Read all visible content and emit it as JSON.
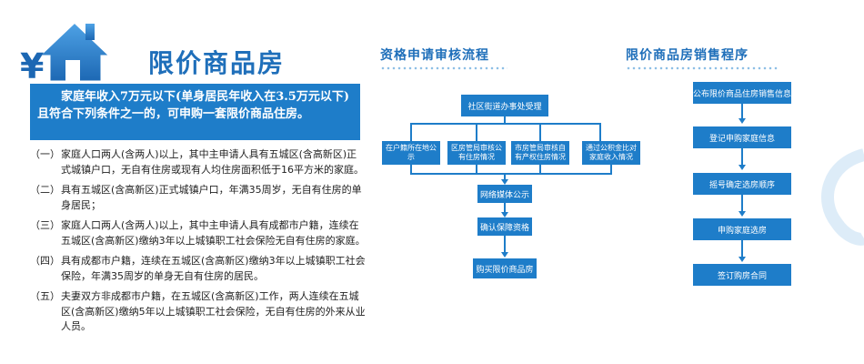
{
  "title": "限价商品房",
  "intro": "家庭年收入7万元以下(单身居民年收入在3.5万元以下)且符合下列条件之一的，可申购一套限价商品住房。",
  "conditions": [
    {
      "num": "（一）",
      "text": "家庭人口两人(含两人)以上，其中主申请人具有五城区(含高新区)正式城镇户口，无自有住房或现有人均住房面积低于16平方米的家庭。"
    },
    {
      "num": "（二）",
      "text": "具有五城区(含高新区)正式城镇户口，年满35周岁，无自有住房的单身居民；"
    },
    {
      "num": "（三）",
      "text": "家庭人口两人(含两人)以上，其中主申请人具有成都市户籍，连续在五城区(含高新区)缴纳3年以上城镇职工社会保险无自有住房的家庭。"
    },
    {
      "num": "（四）",
      "text": "具有成都市户籍，连续在五城区(含高新区)缴纳3年以上城镇职工社会保险，年满35周岁的单身无自有住房的居民。"
    },
    {
      "num": "（五）",
      "text": "夫妻双方非成都市户籍，在五城区(含高新区)工作，两人连续在五城区(含高新区)缴纳5年以上城镇职工社会保险，无自有住房的外来从业人员。"
    }
  ],
  "flow1": {
    "heading": "资格申请审核流程",
    "top": "社区街道办事处受理",
    "branches": [
      "在户籍所在地公示",
      "区房管局审核公有住房情况",
      "市房管局审核自有产权住房情况",
      "通过公积金比对家庭收入情况"
    ],
    "steps": [
      "网络媒体公示",
      "确认保障资格",
      "购买限价商品房"
    ]
  },
  "flow2": {
    "heading": "限价商品房销售程序",
    "steps": [
      "公布限价商品住房销售信息",
      "登记申购家庭信息",
      "摇号确定选房顺序",
      "申购家庭选房",
      "签订购房合同"
    ]
  },
  "colors": {
    "accent": "#1e7dc9",
    "title": "#1f6fba"
  },
  "icons": {
    "logo": "house-yuan-icon"
  }
}
